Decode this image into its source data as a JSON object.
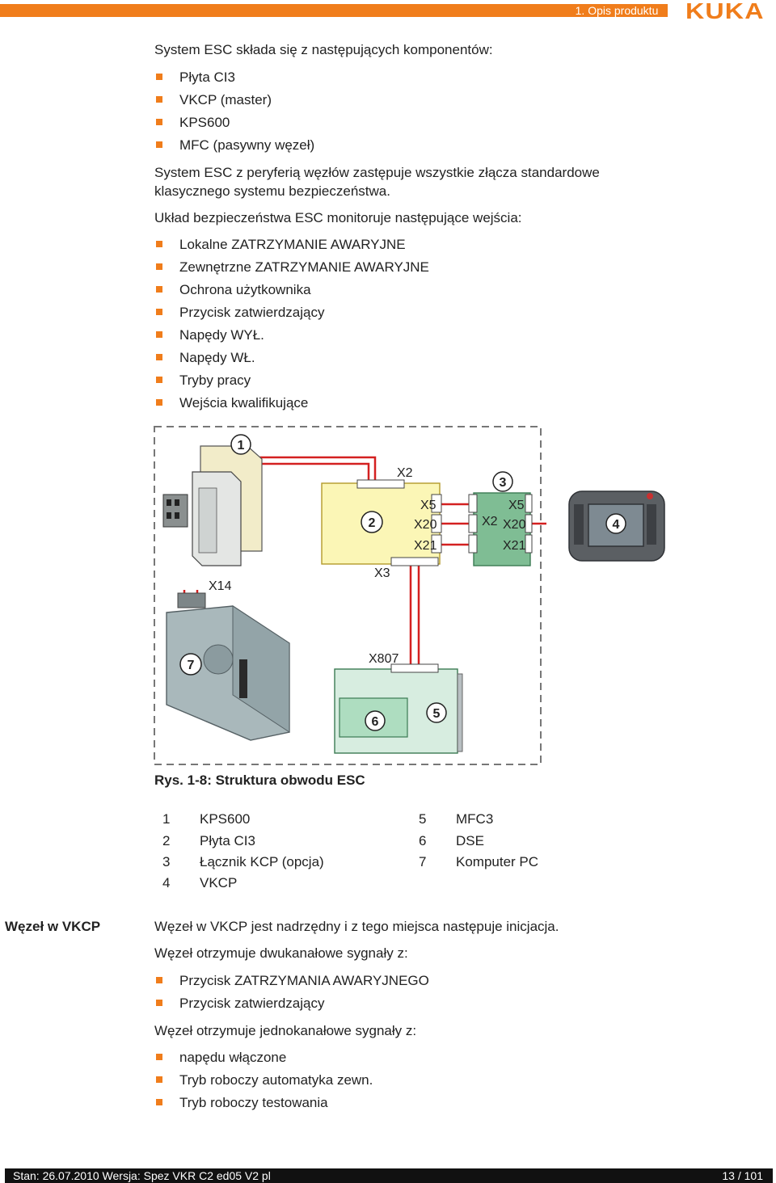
{
  "header": {
    "chapter": "1. Opis produktu",
    "logo": "KUKA"
  },
  "components_intro": "System ESC składa się z następujących komponentów:",
  "components": [
    "Płyta CI3",
    "VKCP (master)",
    "KPS600",
    "MFC (pasywny węzeł)"
  ],
  "replace_line1": "System ESC z peryferią węzłów zastępuje wszystkie złącza standardowe",
  "replace_line2": "klasycznego systemu bezpieczeństwa.",
  "inputs_intro": "Układ bezpieczeństwa ESC monitoruje następujące wejścia:",
  "inputs": [
    "Lokalne ZATRZYMANIE AWARYJNE",
    "Zewnętrzne ZATRZYMANIE AWARYJNE",
    "Ochrona użytkownika",
    "Przycisk zatwierdzający",
    "Napędy WYŁ.",
    "Napędy WŁ.",
    "Tryby pracy",
    "Wejścia kwalifikujące"
  ],
  "figure": {
    "caption": "Rys. 1-8: Struktura obwodu ESC",
    "connector_labels": [
      "X2",
      "X5",
      "X20",
      "X21",
      "X3",
      "X2",
      "X5",
      "X20",
      "X21",
      "X14",
      "X807"
    ],
    "callouts": [
      "1",
      "2",
      "3",
      "4",
      "5",
      "6",
      "7"
    ],
    "colors": {
      "orange": "#f07d1b",
      "red_wire": "#d42020",
      "ci3_board": "#fbf6b6",
      "kcp_coupler": "#7fbd94",
      "dse_board": "#aeddc0",
      "pc": "#a9b8bb"
    }
  },
  "legend": [
    {
      "num": "1",
      "text": "KPS600"
    },
    {
      "num": "2",
      "text": "Płyta CI3"
    },
    {
      "num": "3",
      "text": "Łącznik KCP (opcja)"
    },
    {
      "num": "4",
      "text": "VKCP"
    },
    {
      "num": "5",
      "text": "MFC3"
    },
    {
      "num": "6",
      "text": "DSE"
    },
    {
      "num": "7",
      "text": "Komputer PC"
    }
  ],
  "node_section": {
    "heading": "Węzeł w VKCP",
    "para1": "Węzeł w VKCP jest nadrzędny i z tego miejsca następuje inicjacja.",
    "dual_intro": "Węzeł otrzymuje dwukanałowe sygnały z:",
    "dual": [
      "Przycisk ZATRZYMANIA AWARYJNEGO",
      "Przycisk zatwierdzający"
    ],
    "single_intro": "Węzeł otrzymuje jednokanałowe sygnały z:",
    "single": [
      "napędu włączone",
      "Tryb roboczy automatyka zewn.",
      "Tryb roboczy testowania"
    ]
  },
  "footer": {
    "left": "Stan: 26.07.2010 Wersja: Spez VKR C2 ed05 V2 pl",
    "right": "13 / 101"
  }
}
